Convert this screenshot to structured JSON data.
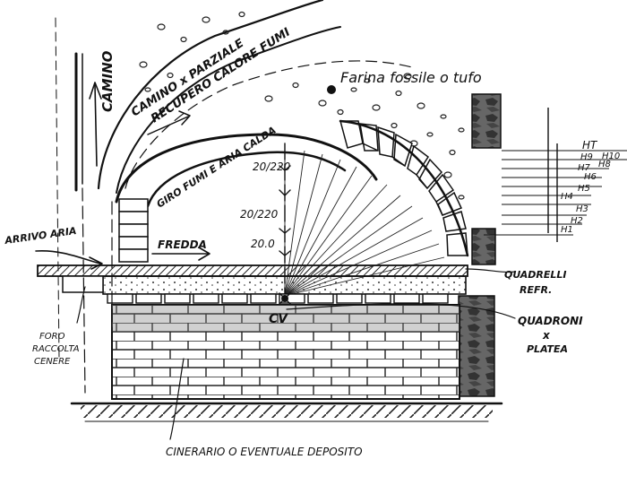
{
  "labels": {
    "camino": "CAMINO",
    "camino_parziale": "CAMINO x PARZIALE",
    "recupero": "RECUPERO CALORE FUMI",
    "farina": "Farina fossile o tufo",
    "giro_fumi": "GIRO FUMI E ARIA CALDA",
    "dim_top": "20/220",
    "dim_mid": "20/220",
    "dim_low": "20.0",
    "arrivo_aria": "ARRIVO ARIA",
    "fredda": "FREDDA",
    "cv": "CV",
    "quadrelli_1": "QUADRELLI",
    "quadrelli_2": "REFR.",
    "quadroni_1": "QUADRONI",
    "quadroni_2": "x",
    "quadroni_3": "PLATEA",
    "foro_1": "FORO",
    "foro_2": "RACCOLTA",
    "foro_3": "CENERE",
    "cinerario": "CINERARIO O EVENTUALE DEPOSITO",
    "levels": [
      "HT",
      "H10",
      "H9",
      "H8",
      "H7",
      "H6",
      "H5",
      "H4",
      "H3",
      "H2",
      "H1"
    ]
  },
  "colors": {
    "ink": "#111111",
    "paper": "#ffffff",
    "shade": "#555555"
  }
}
